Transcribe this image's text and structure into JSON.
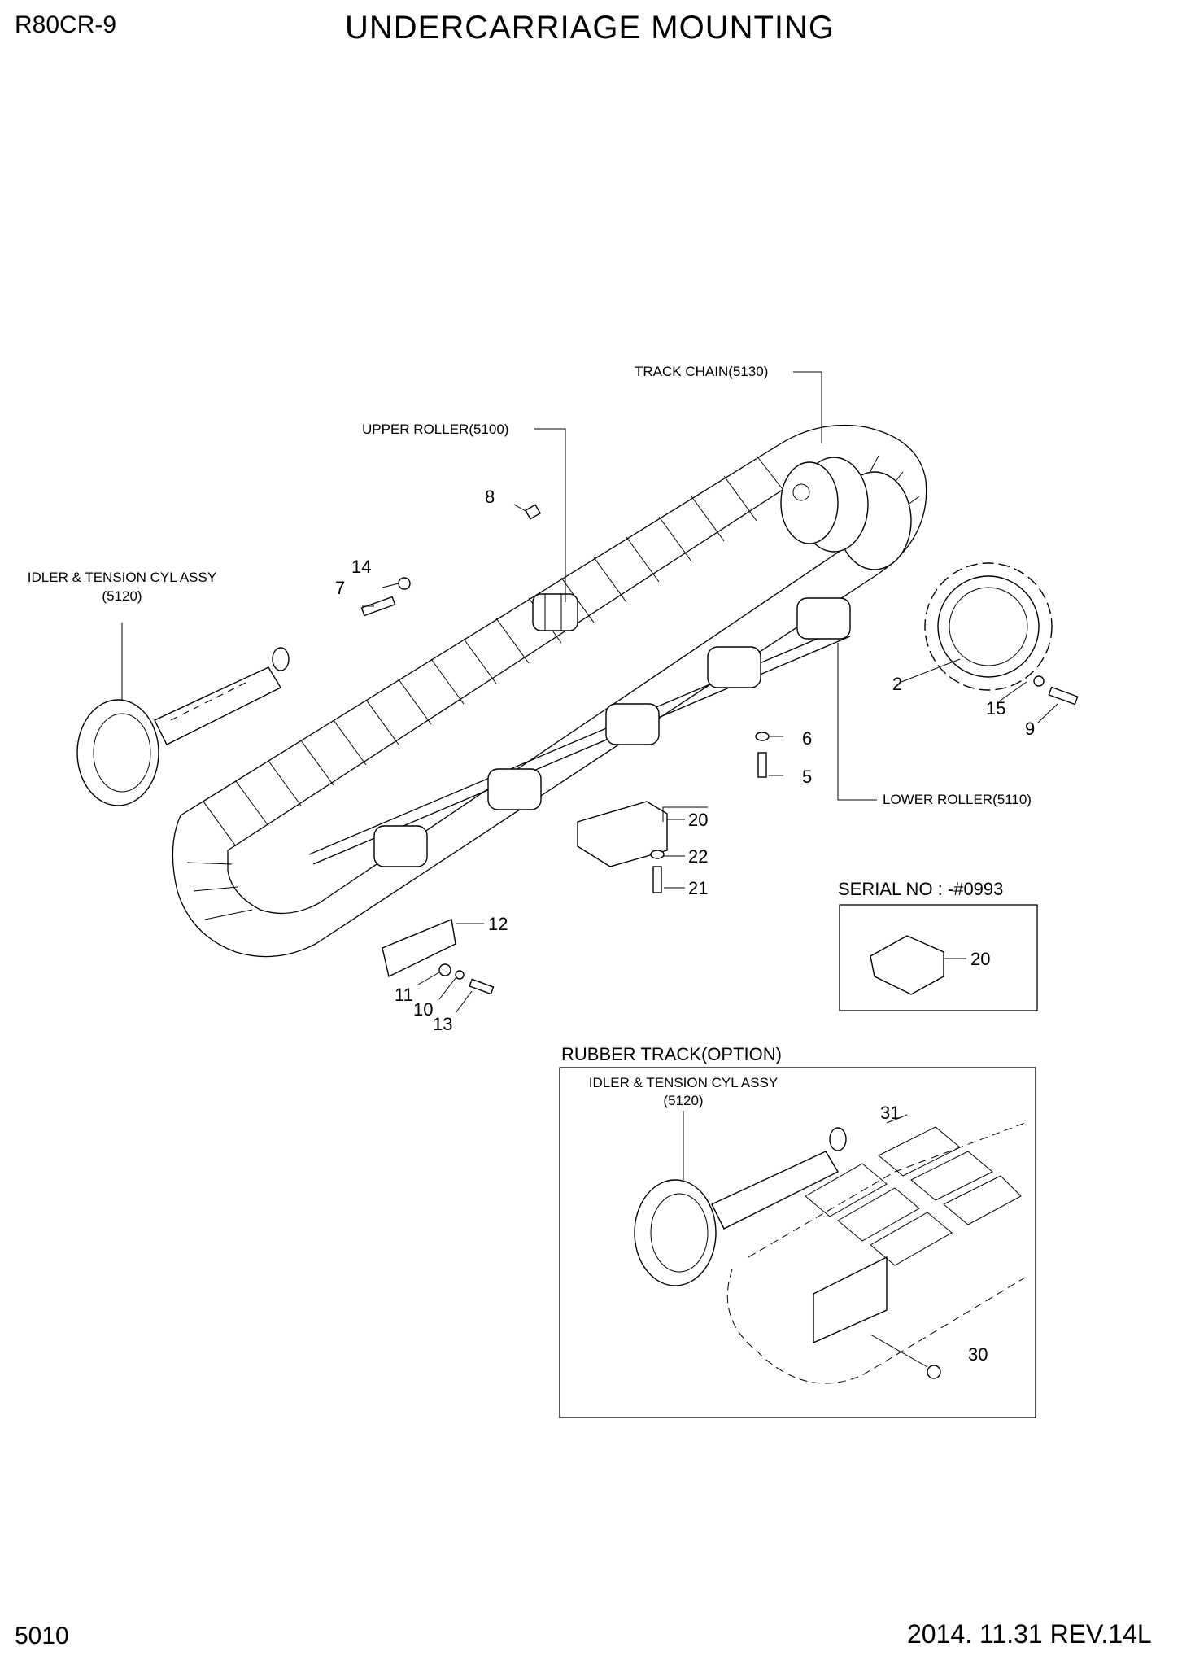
{
  "header": {
    "model": "R80CR-9",
    "title": "UNDERCARRIAGE MOUNTING"
  },
  "footer": {
    "page_number": "5010",
    "revision": "2014. 11.31  REV.14L"
  },
  "main_assembly": {
    "labels": {
      "track_chain": "TRACK CHAIN(5130)",
      "upper_roller": "UPPER ROLLER(5100)",
      "lower_roller": "LOWER ROLLER(5110)",
      "idler_line1": "IDLER & TENSION CYL ASSY",
      "idler_line2": "(5120)"
    },
    "callouts": [
      "8",
      "14",
      "7",
      "2",
      "15",
      "9",
      "6",
      "5",
      "20",
      "22",
      "21",
      "12",
      "11",
      "10",
      "13"
    ]
  },
  "serial_inset": {
    "heading": "SERIAL NO : -#0993",
    "callout": "20"
  },
  "rubber_inset": {
    "heading": "RUBBER TRACK(OPTION)",
    "idler_line1": "IDLER & TENSION CYL ASSY",
    "idler_line2": "(5120)",
    "callouts": [
      "31",
      "30"
    ]
  }
}
